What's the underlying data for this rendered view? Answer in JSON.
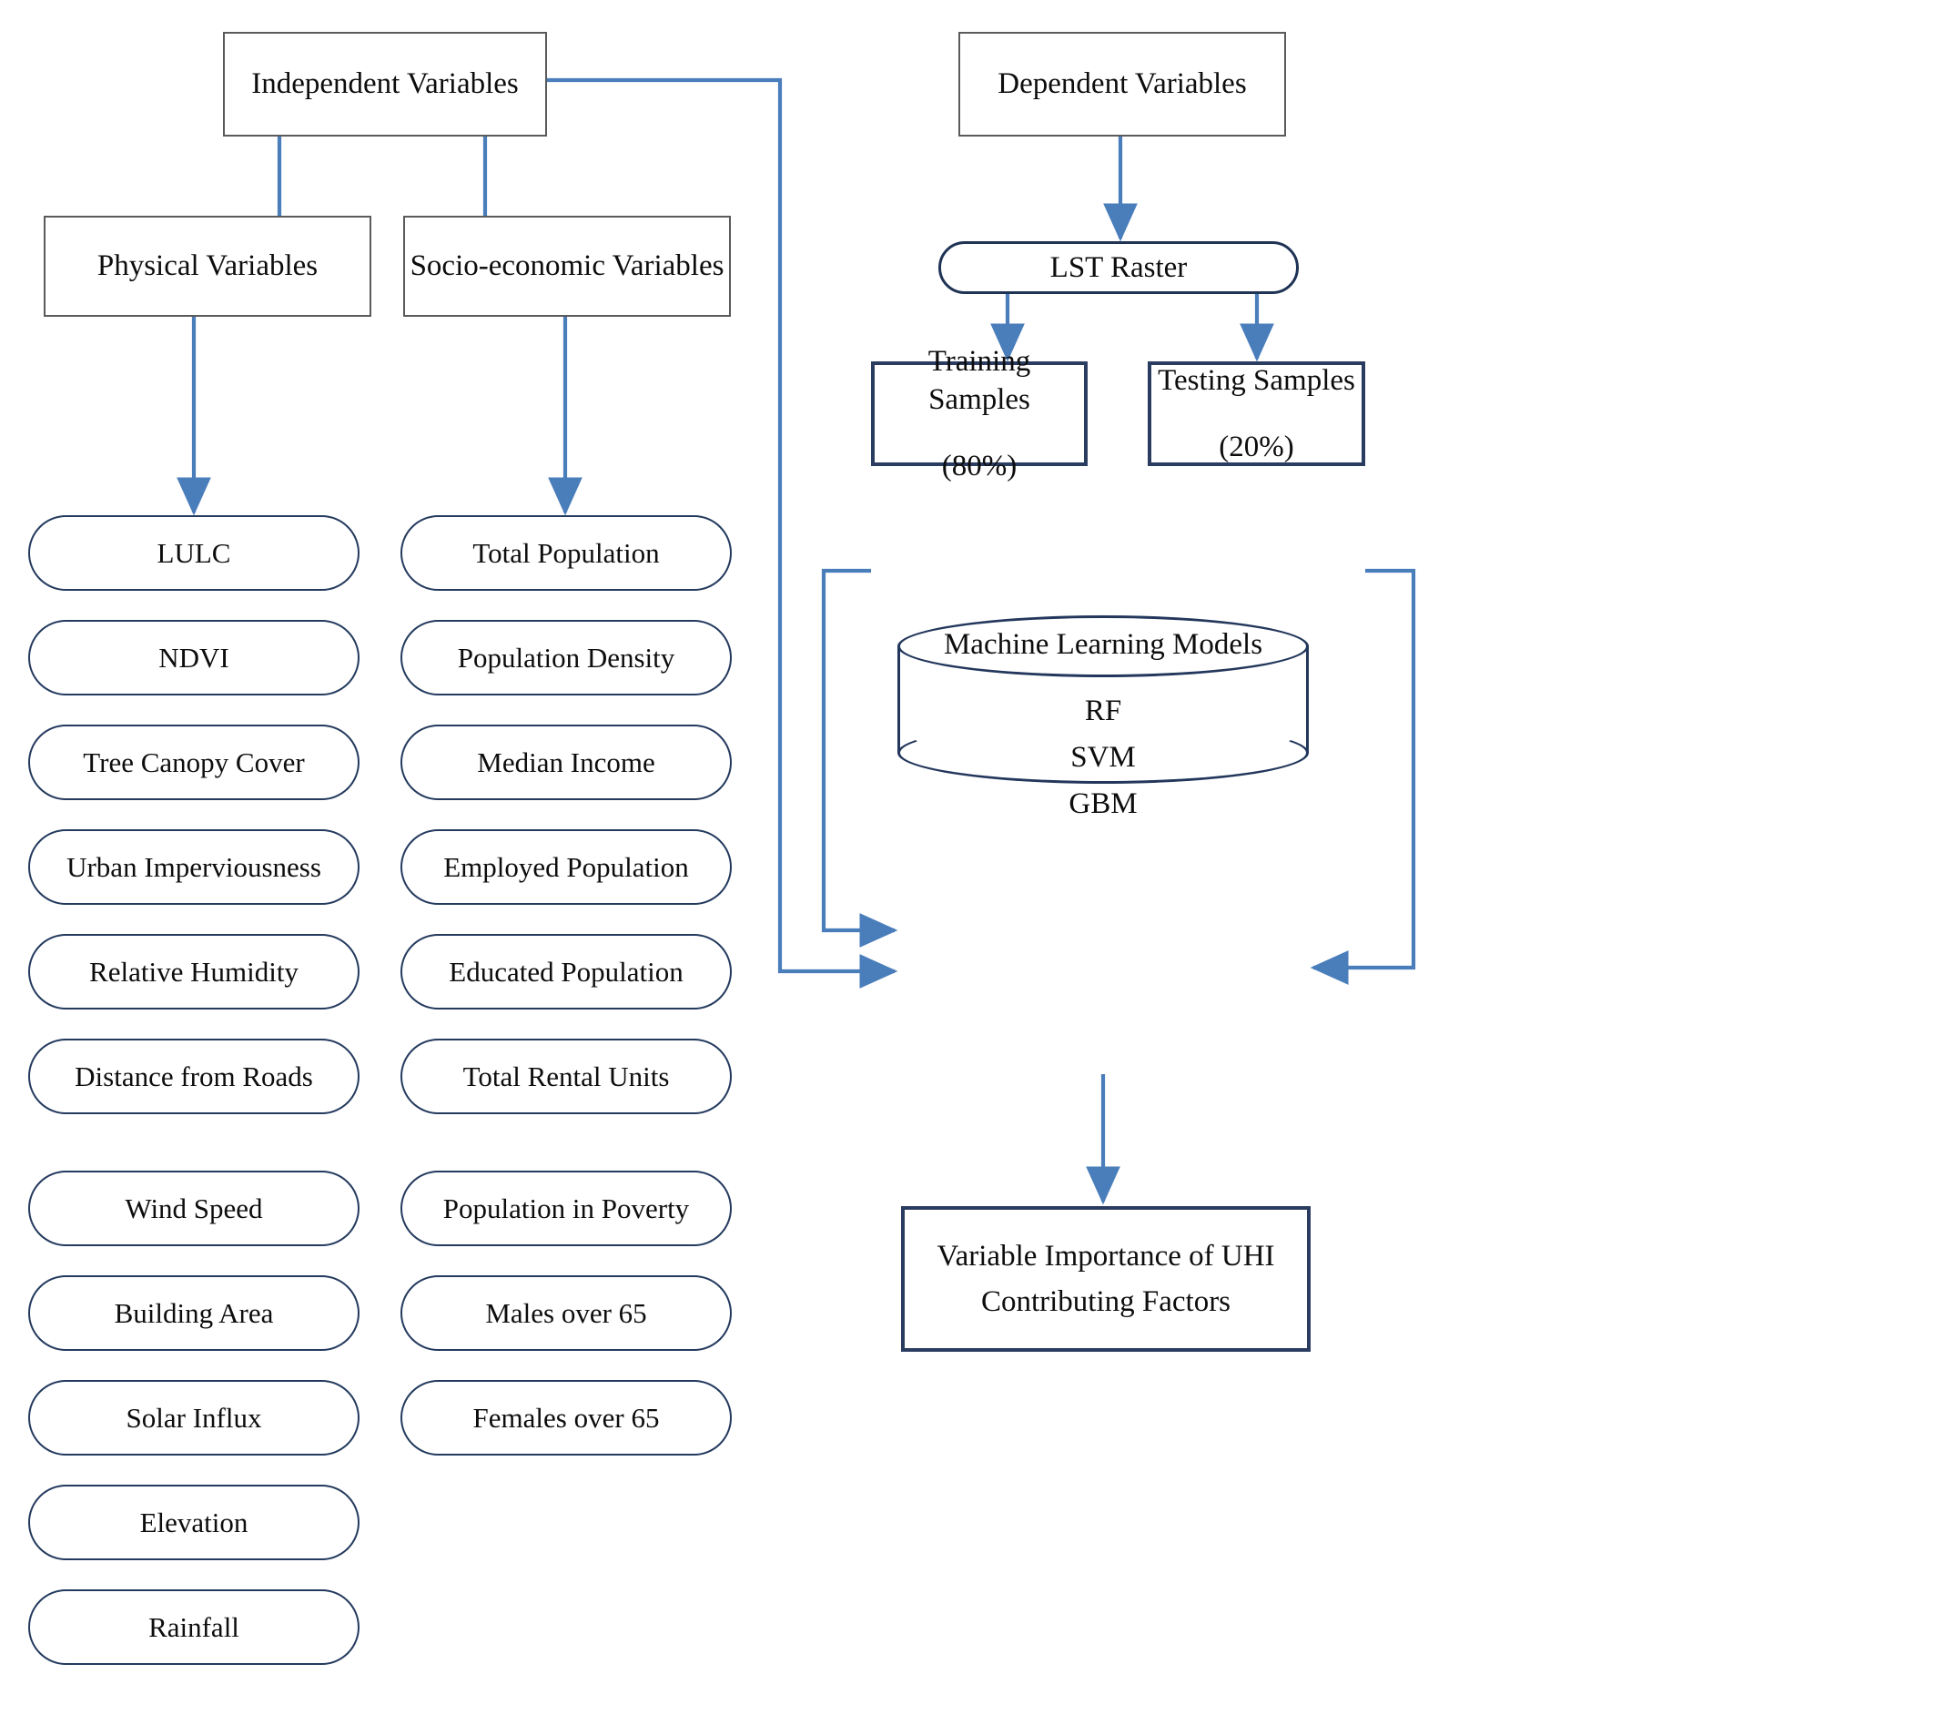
{
  "diagram": {
    "title": "UHI machine-learning methodology flowchart",
    "accent_line_color": "#4a7ebb",
    "navy_border_color": "#23375c",
    "grey_border_color": "#5a5a5a"
  },
  "top_nodes": {
    "independent": "Independent Variables",
    "dependent": "Dependent Variables"
  },
  "categories": {
    "physical": "Physical Variables",
    "socio": "Socio-economic Variables"
  },
  "physical_variables": [
    "LULC",
    "NDVI",
    "Tree Canopy Cover",
    "Urban Imperviousness",
    "Relative Humidity",
    "Distance from Roads",
    "Wind Speed",
    "Building Area",
    "Solar Influx",
    "Elevation",
    "Rainfall"
  ],
  "socioeconomic_variables": [
    "Total Population",
    "Population Density",
    "Median Income",
    "Employed Population",
    "Educated Population",
    "Total Rental Units",
    "Population in Poverty",
    "Males over 65",
    "Females over 65"
  ],
  "dependent_branch": {
    "lst_raster": "LST Raster",
    "training": {
      "label": "Training Samples",
      "share": "(80%)"
    },
    "testing": {
      "label": "Testing Samples",
      "share": "(20%)"
    }
  },
  "models": {
    "title": "Machine Learning Models",
    "algorithms": [
      "RF",
      "SVM",
      "GBM"
    ]
  },
  "output": {
    "line1": "Variable Importance of UHI",
    "line2": "Contributing Factors"
  }
}
